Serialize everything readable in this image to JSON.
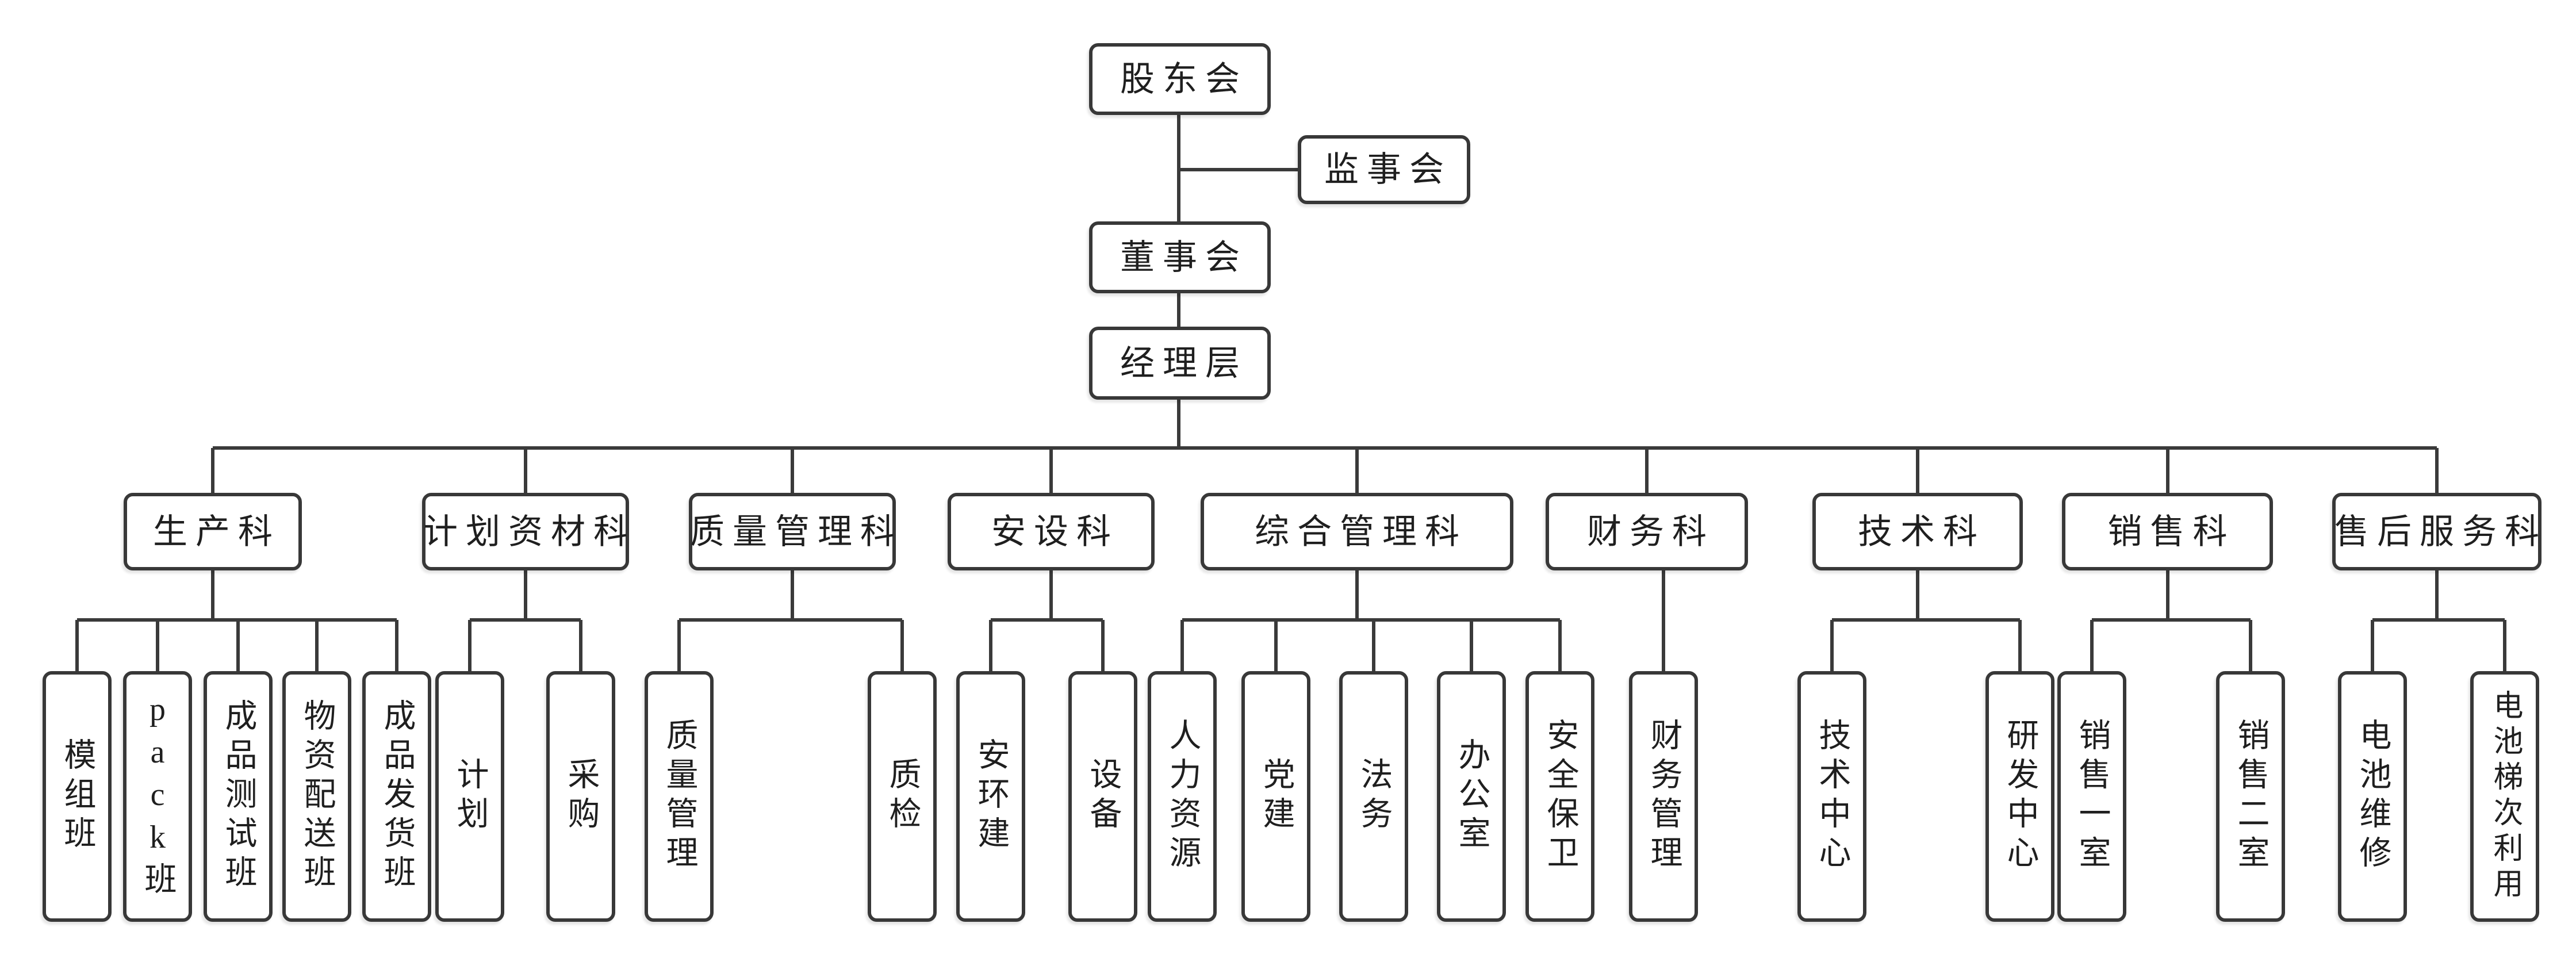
{
  "org": {
    "level1": {
      "label": "股东会"
    },
    "supervisory": {
      "label": "监事会"
    },
    "level2": {
      "label": "董事会"
    },
    "level3": {
      "label": "经理层"
    },
    "departments": [
      {
        "label": "生产科",
        "children": [
          "模组班",
          "pack班",
          "成品测试班",
          "物资配送班",
          "成品发货班"
        ]
      },
      {
        "label": "计划资材科",
        "children": [
          "计划",
          "采购"
        ]
      },
      {
        "label": "质量管理科",
        "children": [
          "质量管理",
          "质检"
        ]
      },
      {
        "label": "安设科",
        "children": [
          "安环建",
          "设备"
        ]
      },
      {
        "label": "综合管理科",
        "children": [
          "人力资源",
          "党建",
          "法务",
          "办公室",
          "安全保卫"
        ]
      },
      {
        "label": "财务科",
        "children": [
          "财务管理"
        ]
      },
      {
        "label": "技术科",
        "children": [
          "技术中心",
          "研发中心"
        ]
      },
      {
        "label": "销售科",
        "children": [
          "销售一室",
          "销售二室"
        ]
      },
      {
        "label": "售后服务科",
        "children": [
          "电池维修",
          "电池梯次利用"
        ]
      }
    ]
  },
  "style": {
    "line_color": "#3a3a3a",
    "box_border_color": "#383838",
    "box_background": "#ffffff",
    "text_color": "#1f1f1f",
    "page_background": "#ffffff"
  }
}
